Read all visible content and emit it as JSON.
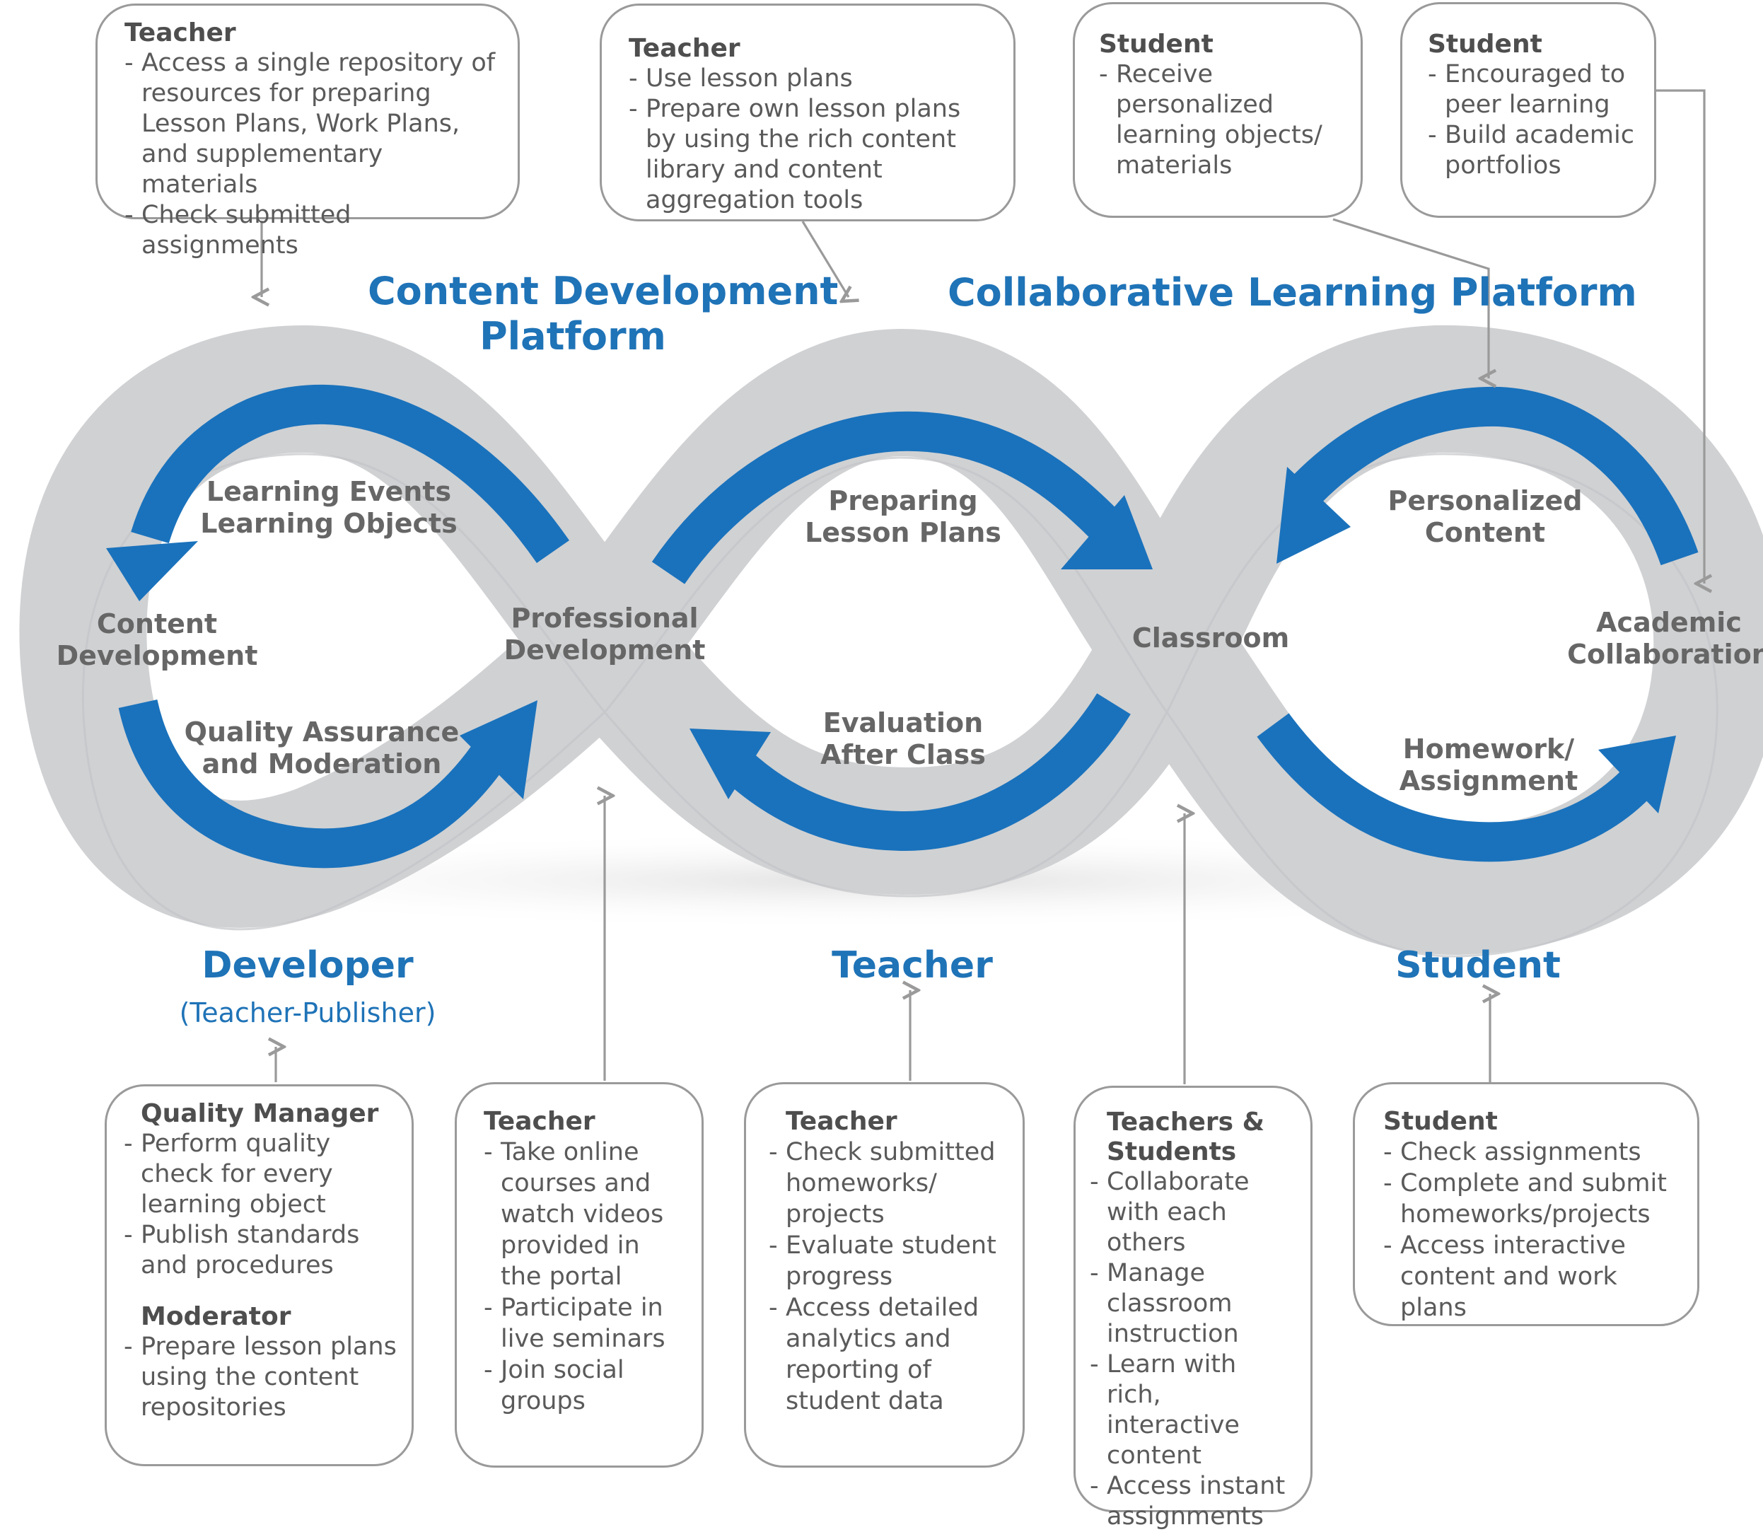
{
  "headings": {
    "content_platform_line1": "Content Development",
    "content_platform_line2": "Platform",
    "collab_platform": "Collaborative Learning Platform"
  },
  "roles": {
    "developer": "Developer",
    "developer_sub": "(Teacher-Publisher)",
    "teacher": "Teacher",
    "student": "Student"
  },
  "loop_labels": {
    "learning_events_1": "Learning Events",
    "learning_events_2": "Learning Objects",
    "content_dev_1": "Content",
    "content_dev_2": "Development",
    "quality_1": "Quality Assurance",
    "quality_2": "and Moderation",
    "prof_dev_1": "Professional",
    "prof_dev_2": "Development",
    "preparing_1": "Preparing",
    "preparing_2": "Lesson Plans",
    "evaluation_1": "Evaluation",
    "evaluation_2": "After Class",
    "classroom": "Classroom",
    "personalized_1": "Personalized",
    "personalized_2": "Content",
    "academic_1": "Academic",
    "academic_2": "Collaboration",
    "homework_1": "Homework/",
    "homework_2": "Assignment"
  },
  "top_boxes": {
    "t1": {
      "title": "Teacher",
      "items": [
        "Access a single repository of resources for preparing Lesson Plans, Work Plans, and supplementary materials",
        "Check submitted assignments"
      ]
    },
    "t2": {
      "title": "Teacher",
      "items": [
        "Use lesson plans",
        "Prepare own lesson plans by using the rich content library and content aggregation tools"
      ]
    },
    "t3": {
      "title": "Student",
      "items": [
        "Receive personalized learning objects/ materials"
      ]
    },
    "t4": {
      "title": "Student",
      "items": [
        "Encouraged to peer learning",
        "Build academic portfolios"
      ]
    }
  },
  "bottom_boxes": {
    "b1": {
      "title1": "Quality Manager",
      "items1": [
        "Perform quality check for every learning object",
        "Publish standards and procedures"
      ],
      "title2": "Moderator",
      "items2": [
        "Prepare lesson plans using the content repositories"
      ]
    },
    "b2": {
      "title": "Teacher",
      "items": [
        "Take online courses and watch videos provided in the portal",
        "Participate in live seminars",
        "Join social groups"
      ]
    },
    "b3": {
      "title": "Teacher",
      "items": [
        "Check submitted homeworks/ projects",
        "Evaluate student progress",
        "Access detailed analytics and reporting of student data"
      ]
    },
    "b4": {
      "title": "Teachers & Students",
      "items": [
        "Collaborate with each others",
        "Manage classroom instruction",
        "Learn with rich, interactive content",
        "Access instant assignments"
      ]
    },
    "b5": {
      "title": "Student",
      "items": [
        "Check assignments",
        "Complete and submit homeworks/projects",
        "Access interactive content and work plans"
      ]
    }
  },
  "colors": {
    "band": "#d0d1d3",
    "arrow": "#1a72bc",
    "heading": "#1f73b7",
    "connector": "#9a9a9a"
  }
}
